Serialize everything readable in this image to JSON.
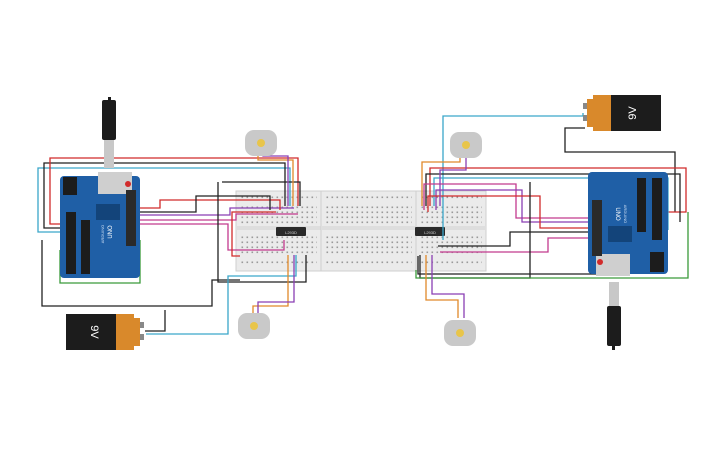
{
  "colors": {
    "arduino_blue": "#1f5fa6",
    "arduino_dark": "#13447a",
    "battery_orange": "#d9892b",
    "battery_black": "#1c1c1c",
    "breadboard": "#e9e9e9",
    "motor": "#c9c9c9",
    "motor_core": "#e8c54a",
    "wire_red": "#d12b2b",
    "wire_black": "#222222",
    "wire_purple": "#8a3fb3",
    "wire_magenta": "#c23a8e",
    "wire_green": "#3a9a3a",
    "wire_cyan": "#3aa6c9",
    "wire_orange": "#e0892a",
    "wire_gray": "#777777"
  },
  "components": {
    "battery_left": {
      "label": "9V",
      "kind": "battery"
    },
    "battery_right": {
      "label": "9V",
      "kind": "battery"
    },
    "arduino_left": {
      "label": "UNO",
      "kind": "arduino-uno"
    },
    "arduino_right": {
      "label": "UNO",
      "kind": "arduino-uno"
    },
    "motor_count": 4,
    "driver_count": 2
  }
}
